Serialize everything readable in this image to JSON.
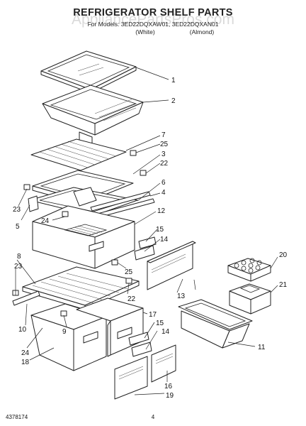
{
  "header": {
    "title": "REFRIGERATOR SHELF PARTS",
    "models_line": "For Models: 3ED22DQXAW01, 3ED22DQXAN01",
    "color_white": "(White)",
    "color_almond": "(Almond)",
    "watermark": "AppliancePartsPros.com"
  },
  "footer": {
    "doc_number": "4378174",
    "page_number": "4"
  },
  "callouts": {
    "c1": "1",
    "c2": "2",
    "c3": "3",
    "c4": "4",
    "c5": "5",
    "c6": "6",
    "c7": "7",
    "c8": "8",
    "c9": "9",
    "c10": "10",
    "c11": "11",
    "c12": "12",
    "c13": "13",
    "c14a": "14",
    "c14b": "14",
    "c15a": "15",
    "c15b": "15",
    "c16": "16",
    "c17": "17",
    "c18": "18",
    "c19": "19",
    "c20": "20",
    "c21": "21",
    "c22a": "22",
    "c22b": "22",
    "c23a": "23",
    "c23b": "23",
    "c24a": "24",
    "c24b": "24",
    "c25a": "25",
    "c25b": "25"
  }
}
